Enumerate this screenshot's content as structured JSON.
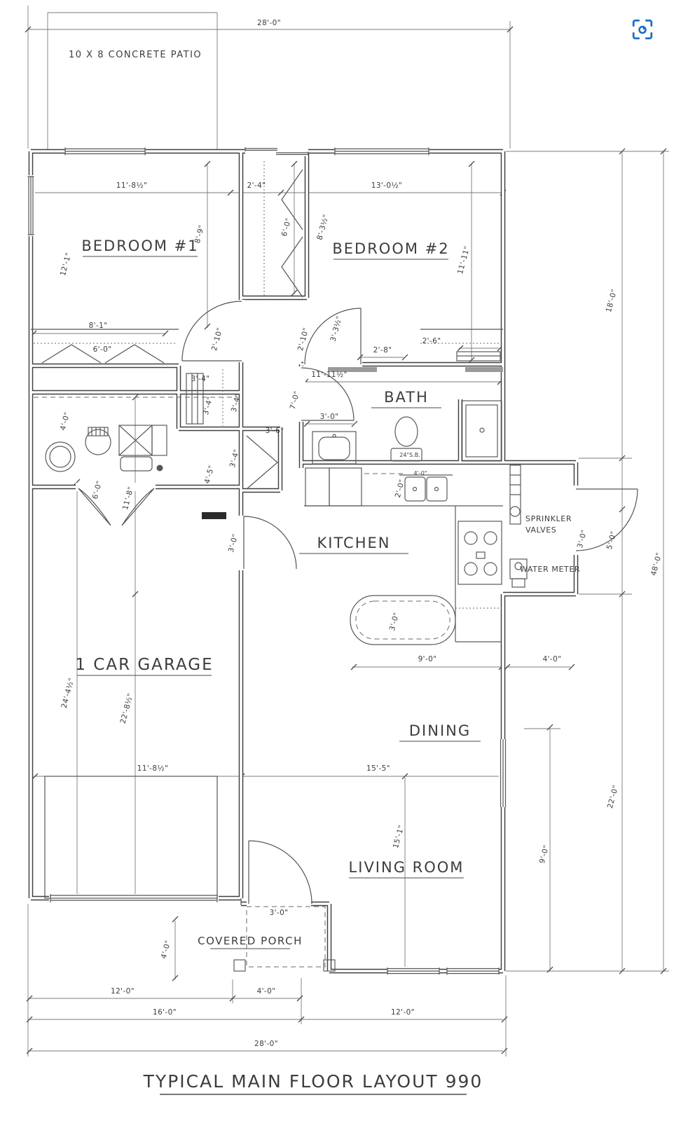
{
  "page": {
    "background": "#ffffff",
    "ink": "#3d3d3d",
    "accent_blue": "#1b6ec2"
  },
  "icons": {
    "capture": "screen-capture-icon"
  },
  "plan": {
    "title": "TYPICAL MAIN FLOOR LAYOUT 990",
    "rooms": {
      "patio": "10 X 8 CONCRETE PATIO",
      "bedroom1": "BEDROOM #1",
      "bedroom2": "BEDROOM #2",
      "bath": "BATH",
      "kitchen": "KITCHEN",
      "garage": "1 CAR GARAGE",
      "dining": "DINING",
      "living": "LIVING ROOM",
      "porch": "COVERED PORCH",
      "sprinkler_line1": "SPRINKLER",
      "sprinkler_line2": "VALVES",
      "water_meter": "WATER METER"
    },
    "dims": {
      "top_width": "28'-0\"",
      "bed1_w": "11'-8½\"",
      "closet_hall": "2'-4\"",
      "bed2_w": "13'-0½\"",
      "bed1_d": "12'-1\"",
      "bed1_d2": "8'-9\"",
      "closet_d": "6'-0\"",
      "bed2_d2": "8'-3½\"",
      "bed2_d": "11'-11\"",
      "right_18": "18'-0\"",
      "closet1_w": "8'-1\"",
      "closet1_rod": "6'-0\"",
      "hall_a": "2'-10\"",
      "hall_b": "2'-10\"",
      "hall_c": "3'-3½\"",
      "bed2_door": "2'-8\"",
      "bed2_closet": "2'-6\"",
      "bath_w": "11'-11½\"",
      "bath_d": "7'-0\"",
      "linen_a": "3'-4\"",
      "linen_b": "3'-4\"",
      "linen_c": "3'-4\"",
      "hall_d": "3'-6\"",
      "vanity_w": "3'-0\"",
      "vanity_lbl": "24\"S.B.",
      "util_a": "4'-0\"",
      "util_b": "6'-0\"",
      "util_c": "11'-8\"",
      "util_d": "4'-5\"",
      "closet2_a": "3'-4\"",
      "gar_door": "3'-0\"",
      "kitchen_a": "2'-0\"",
      "sink_lbl": "4'-0\"",
      "sprk_door": "3'-0\"",
      "sprk_h": "5'-0\"",
      "right_48": "48'-0\"",
      "island_d": "3'-0\"",
      "dining_w": "9'-0\"",
      "alcove_w": "4'-0\"",
      "gar_d1": "24'-4½\"",
      "gar_d2": "22'-8½\"",
      "right_22": "22'-0\"",
      "living_d2": "9'-0\"",
      "gar_w": "11'-8½\"",
      "living_w": "15'-5\"",
      "living_d": "15'-1\"",
      "porch_door": "3'-0\"",
      "porch_d": "4'-0\"",
      "bot_12a": "12'-0\"",
      "bot_4": "4'-0\"",
      "bot_16": "16'-0\"",
      "bot_12b": "12'-0\"",
      "bot_28": "28'-0\""
    }
  }
}
